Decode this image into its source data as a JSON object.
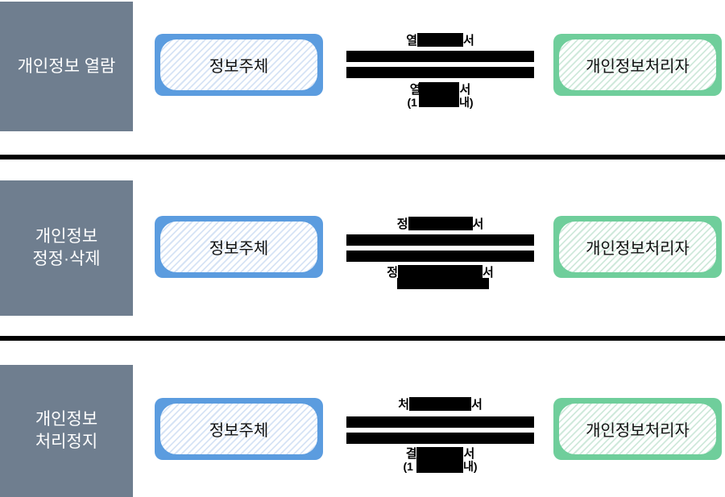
{
  "colors": {
    "row_label_bg": "#6F7E8F",
    "subject_box_border": "#5B9CDF",
    "subject_box_hatch": "#D6E3F5",
    "processor_box_border": "#6FCE9B",
    "processor_box_hatch": "#CFE9DB",
    "redaction": "#000000",
    "divider": "#000000"
  },
  "rows": [
    {
      "label_lines": [
        "개인정보 열람"
      ],
      "subject_label": "정보주체",
      "processor_label": "개인정보처리자",
      "arrow_top_left": "열",
      "arrow_top_right": "서",
      "arrow_bottom1_left": "열",
      "arrow_bottom1_right": "서",
      "arrow_bottom2_left": "(1",
      "arrow_bottom2_right": "내)"
    },
    {
      "label_lines": [
        "개인정보",
        "정정·삭제"
      ],
      "subject_label": "정보주체",
      "processor_label": "개인정보처리자",
      "arrow_top_left": "정",
      "arrow_top_right": "서",
      "arrow_bottom1_left": "정",
      "arrow_bottom1_right": "서"
    },
    {
      "label_lines": [
        "개인정보",
        "처리정지"
      ],
      "subject_label": "정보주체",
      "processor_label": "개인정보처리자",
      "arrow_top_left": "처",
      "arrow_top_right": "서",
      "arrow_bottom1_left": "결",
      "arrow_bottom1_right": "서",
      "arrow_bottom2_left": "(1",
      "arrow_bottom2_right": "내)"
    }
  ]
}
